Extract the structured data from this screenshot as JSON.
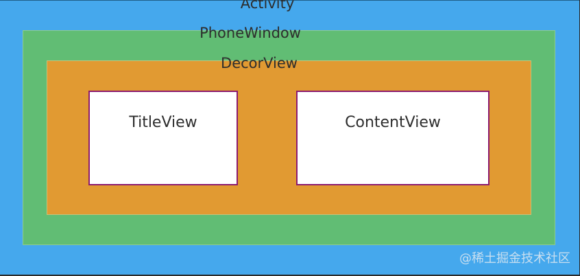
{
  "diagram": {
    "nodes": [
      {
        "id": "activity",
        "label": "Activity",
        "color": "#45a8ed"
      },
      {
        "id": "phonewindow",
        "label": "PhoneWindow",
        "parent": "activity",
        "color": "#61bd74"
      },
      {
        "id": "decorview",
        "label": "DecorView",
        "parent": "phonewindow",
        "color": "#e19a32"
      },
      {
        "id": "titleview",
        "label": "TitleView",
        "parent": "decorview",
        "color": "#ffffff"
      },
      {
        "id": "contentview",
        "label": "ContentView",
        "parent": "decorview",
        "color": "#ffffff"
      }
    ]
  },
  "watermark": "@稀土掘金技术社区",
  "colors": {
    "text": "#2d2d2d",
    "inner_border": "#8b1a6e"
  }
}
